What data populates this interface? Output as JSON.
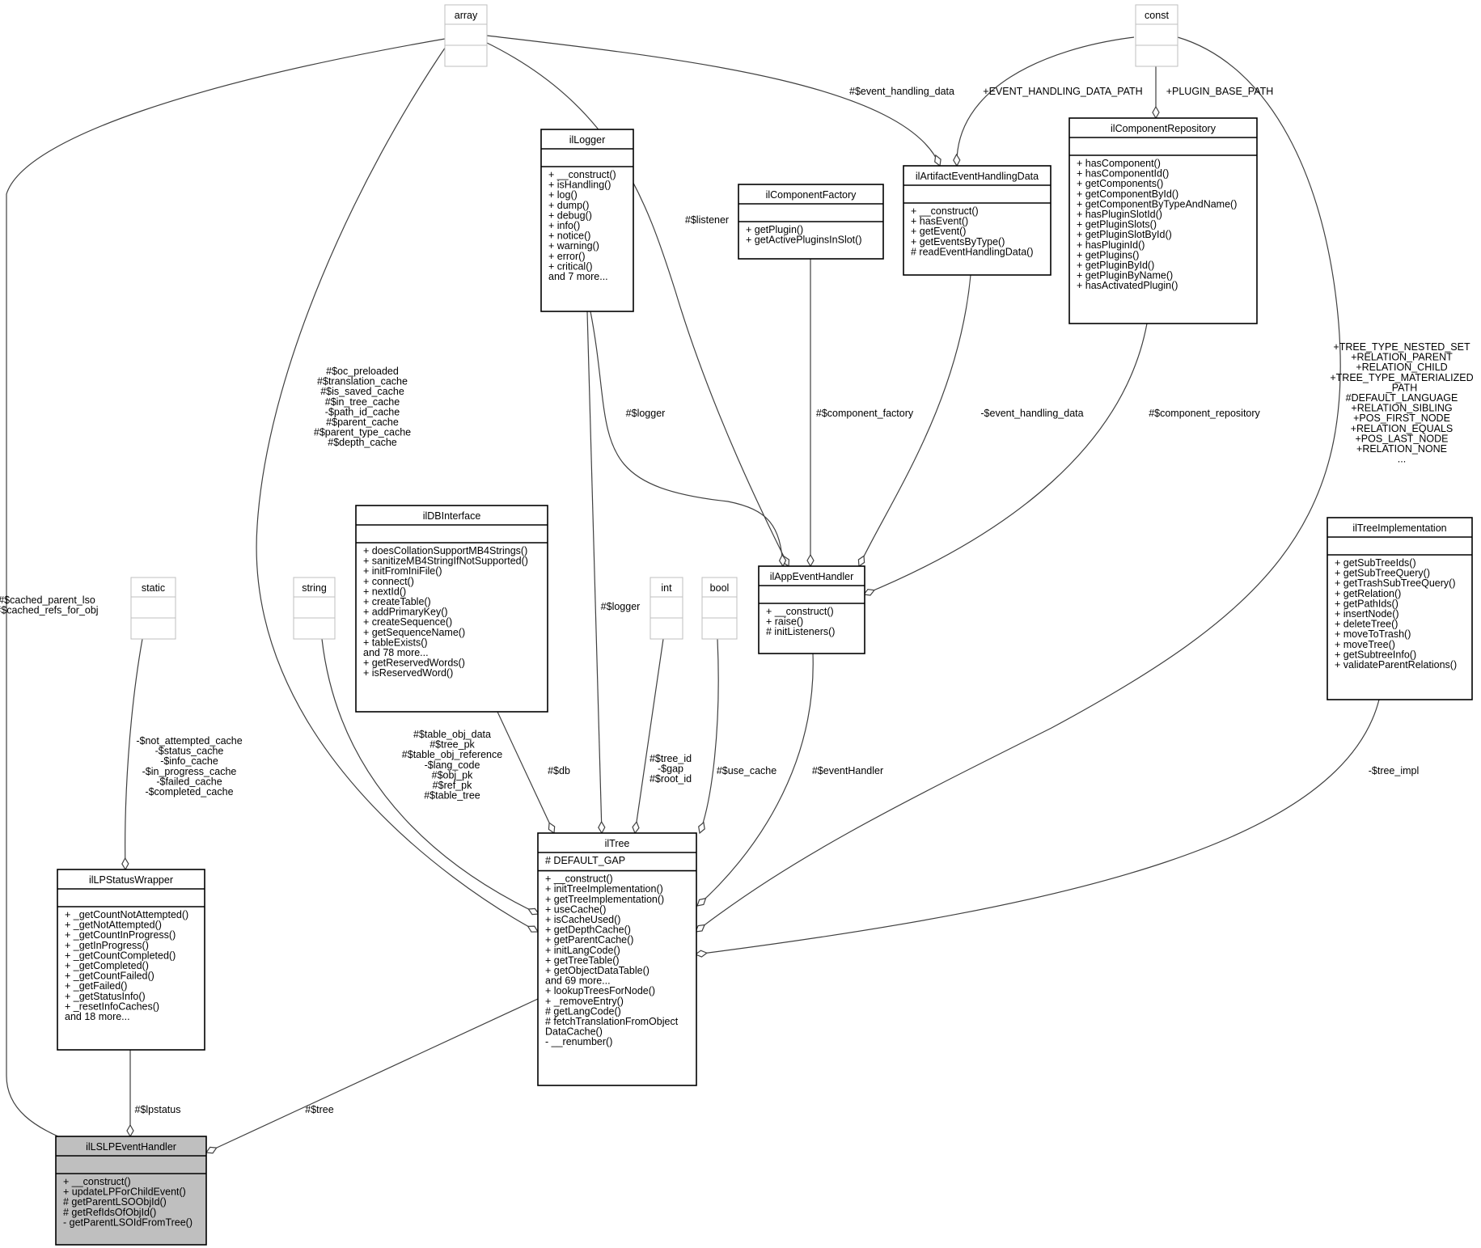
{
  "classes": {
    "array": {
      "name": "array",
      "sections": [
        [],
        []
      ]
    },
    "const": {
      "name": "const",
      "sections": [
        [],
        []
      ]
    },
    "ilLogger": {
      "name": "ilLogger",
      "sections": [
        [],
        [
          "+ __construct()",
          "+ isHandling()",
          "+ log()",
          "+ dump()",
          "+ debug()",
          "+ info()",
          "+ notice()",
          "+ warning()",
          "+ error()",
          "+ critical()",
          "and 7 more..."
        ]
      ]
    },
    "ilComponentFactory": {
      "name": "ilComponentFactory",
      "sections": [
        [],
        [
          "+ getPlugin()",
          "+ getActivePluginsInSlot()"
        ]
      ]
    },
    "ilArtifactEventHandlingData": {
      "name": "ilArtifactEventHandlingData",
      "sections": [
        [],
        [
          "+ __construct()",
          "+ hasEvent()",
          "+ getEvent()",
          "+ getEventsByType()",
          "# readEventHandlingData()"
        ]
      ]
    },
    "ilComponentRepository": {
      "name": "ilComponentRepository",
      "sections": [
        [],
        [
          "+ hasComponent()",
          "+ hasComponentId()",
          "+ getComponents()",
          "+ getComponentById()",
          "+ getComponentByTypeAndName()",
          "+ hasPluginSlotId()",
          "+ getPluginSlots()",
          "+ getPluginSlotById()",
          "+ hasPluginId()",
          "+ getPlugins()",
          "+ getPluginById()",
          "+ getPluginByName()",
          "+ hasActivatedPlugin()"
        ]
      ]
    },
    "static": {
      "name": "static",
      "sections": [
        [],
        []
      ]
    },
    "string": {
      "name": "string",
      "sections": [
        [],
        []
      ]
    },
    "ilDBInterface": {
      "name": "ilDBInterface",
      "sections": [
        [],
        [
          "+ doesCollationSupportMB4Strings()",
          "+ sanitizeMB4StringIfNotSupported()",
          "+ initFromIniFile()",
          "+ connect()",
          "+ nextId()",
          "+ createTable()",
          "+ addPrimaryKey()",
          "+ createSequence()",
          "+ getSequenceName()",
          "+ tableExists()",
          "and 78 more...",
          "+ getReservedWords()",
          "+ isReservedWord()"
        ]
      ]
    },
    "int": {
      "name": "int",
      "sections": [
        [],
        []
      ]
    },
    "bool": {
      "name": "bool",
      "sections": [
        [],
        []
      ]
    },
    "ilAppEventHandler": {
      "name": "ilAppEventHandler",
      "sections": [
        [],
        [
          "+ __construct()",
          "+ raise()",
          "# initListeners()"
        ]
      ]
    },
    "ilTreeImplementation": {
      "name": "ilTreeImplementation",
      "sections": [
        [],
        [
          "+ getSubTreeIds()",
          "+ getSubTreeQuery()",
          "+ getTrashSubTreeQuery()",
          "+ getRelation()",
          "+ getPathIds()",
          "+ insertNode()",
          "+ deleteTree()",
          "+ moveToTrash()",
          "+ moveTree()",
          "+ getSubtreeInfo()",
          "+ validateParentRelations()"
        ]
      ]
    },
    "ilTree": {
      "name": "ilTree",
      "sections": [
        [
          "# DEFAULT_GAP"
        ],
        [
          "+ __construct()",
          "+ initTreeImplementation()",
          "+ getTreeImplementation()",
          "+ useCache()",
          "+ isCacheUsed()",
          "+ getDepthCache()",
          "+ getParentCache()",
          "+ initLangCode()",
          "+ getTreeTable()",
          "+ getObjectDataTable()",
          "and 69 more...",
          "+ lookupTreesForNode()",
          "+ _removeEntry()",
          "# getLangCode()",
          "# fetchTranslationFromObject",
          "DataCache()",
          "- __renumber()"
        ]
      ]
    },
    "ilLPStatusWrapper": {
      "name": "ilLPStatusWrapper",
      "sections": [
        [],
        [
          "+ _getCountNotAttempted()",
          "+ _getNotAttempted()",
          "+ _getCountInProgress()",
          "+ _getInProgress()",
          "+ _getCountCompleted()",
          "+ _getCompleted()",
          "+ _getCountFailed()",
          "+ _getFailed()",
          "+ _getStatusInfo()",
          "+ _resetInfoCaches()",
          "and 18 more..."
        ]
      ]
    },
    "ilLSLPEventHandler": {
      "name": "ilLSLPEventHandler",
      "sections": [
        [],
        [
          "+ __construct()",
          "+ updateLPForChildEvent()",
          "# getParentLSOObjId()",
          "# getRefIdsOfObjId()",
          "- getParentLSOIdFromTree()"
        ]
      ]
    }
  },
  "edge_labels": {
    "cached": [
      "#$cached_parent_lso",
      "#$cached_refs_for_obj"
    ],
    "event_handling_data_array": [
      "#$event_handling_data"
    ],
    "event_handling_data_path": [
      "+EVENT_HANDLING_DATA_PATH"
    ],
    "plugin_base_path": [
      "+PLUGIN_BASE_PATH"
    ],
    "listener": [
      "#$listener"
    ],
    "array_caches": [
      "#$oc_preloaded",
      "#$translation_cache",
      "#$is_saved_cache",
      "#$in_tree_cache",
      "-$path_id_cache",
      "#$parent_cache",
      "#$parent_type_cache",
      "#$depth_cache"
    ],
    "logger_app": [
      "#$logger"
    ],
    "component_factory": [
      "#$component_factory"
    ],
    "event_handling_data_private": [
      "-$event_handling_data"
    ],
    "component_repository": [
      "#$component_repository"
    ],
    "tree_consts": [
      "+TREE_TYPE_NESTED_SET",
      "+RELATION_PARENT",
      "+RELATION_CHILD",
      "+TREE_TYPE_MATERIALIZED",
      "_PATH",
      "#DEFAULT_LANGUAGE",
      "+RELATION_SIBLING",
      "+POS_FIRST_NODE",
      "+RELATION_EQUALS",
      "+POS_LAST_NODE",
      "+RELATION_NONE",
      "..."
    ],
    "static_caches": [
      "-$not_attempted_cache",
      "-$status_cache",
      "-$info_cache",
      "-$in_progress_cache",
      "-$failed_cache",
      "-$completed_cache"
    ],
    "string_fields": [
      "#$table_obj_data",
      "#$tree_pk",
      "#$table_obj_reference",
      "-$lang_code",
      "#$obj_pk",
      "#$ref_pk",
      "#$table_tree"
    ],
    "logger_tree": [
      "#$logger"
    ],
    "db": [
      "#$db"
    ],
    "int_fields": [
      "#$tree_id",
      "-$gap",
      "#$root_id"
    ],
    "use_cache": [
      "#$use_cache"
    ],
    "event_handler": [
      "#$eventHandler"
    ],
    "tree_impl": [
      "-$tree_impl"
    ],
    "lpstatus": [
      "#$lpstatus"
    ],
    "tree": [
      "#$tree"
    ]
  },
  "colors": {
    "highlight_fill": "#bfbfbf",
    "primitive_border": "#bfbfbf",
    "edge": "#404040"
  }
}
